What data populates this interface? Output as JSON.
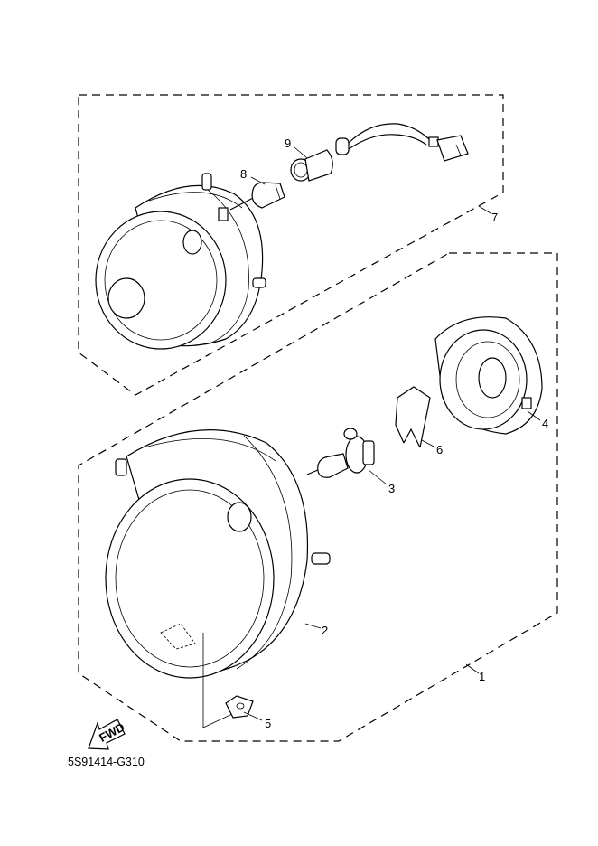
{
  "diagram": {
    "code": "5S91414-G310",
    "fwd_label": "FWD",
    "callouts": {
      "c1": "1",
      "c2": "2",
      "c3": "3",
      "c4": "4",
      "c5": "5",
      "c6": "6",
      "c7": "7",
      "c8": "8",
      "c9": "9"
    }
  }
}
